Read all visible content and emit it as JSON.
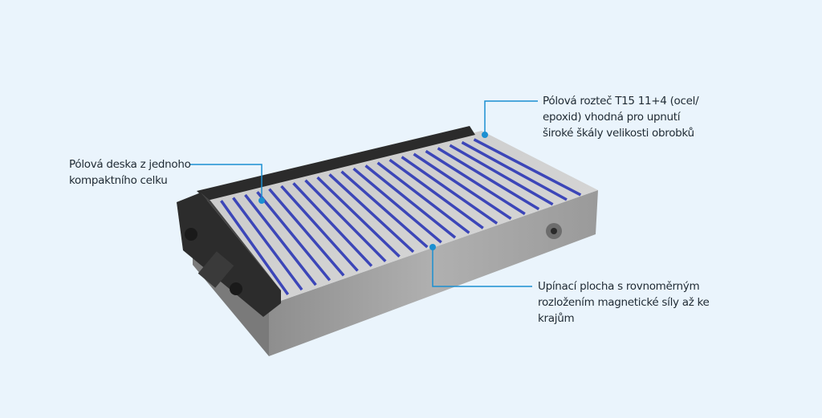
{
  "callouts": [
    {
      "lines": [
        "Pólová deska z jednoho",
        "kompaktního celku"
      ]
    },
    {
      "lines": [
        "Pólová rozteč T15 11+4 (ocel/",
        "epoxid) vhodná pro upnutí",
        "široké škály velikosti obrobků"
      ]
    },
    {
      "lines": [
        "Upínací plocha s rovnoměrným",
        "rozložením magnetické síly až ke",
        "krajům"
      ]
    }
  ],
  "colors": {
    "background": "#eaf4fc",
    "callout_line": "#1b8fd1",
    "pole_stripe": "#3c46b8",
    "steel": "#b9b9b9"
  },
  "stripe_count": 22
}
